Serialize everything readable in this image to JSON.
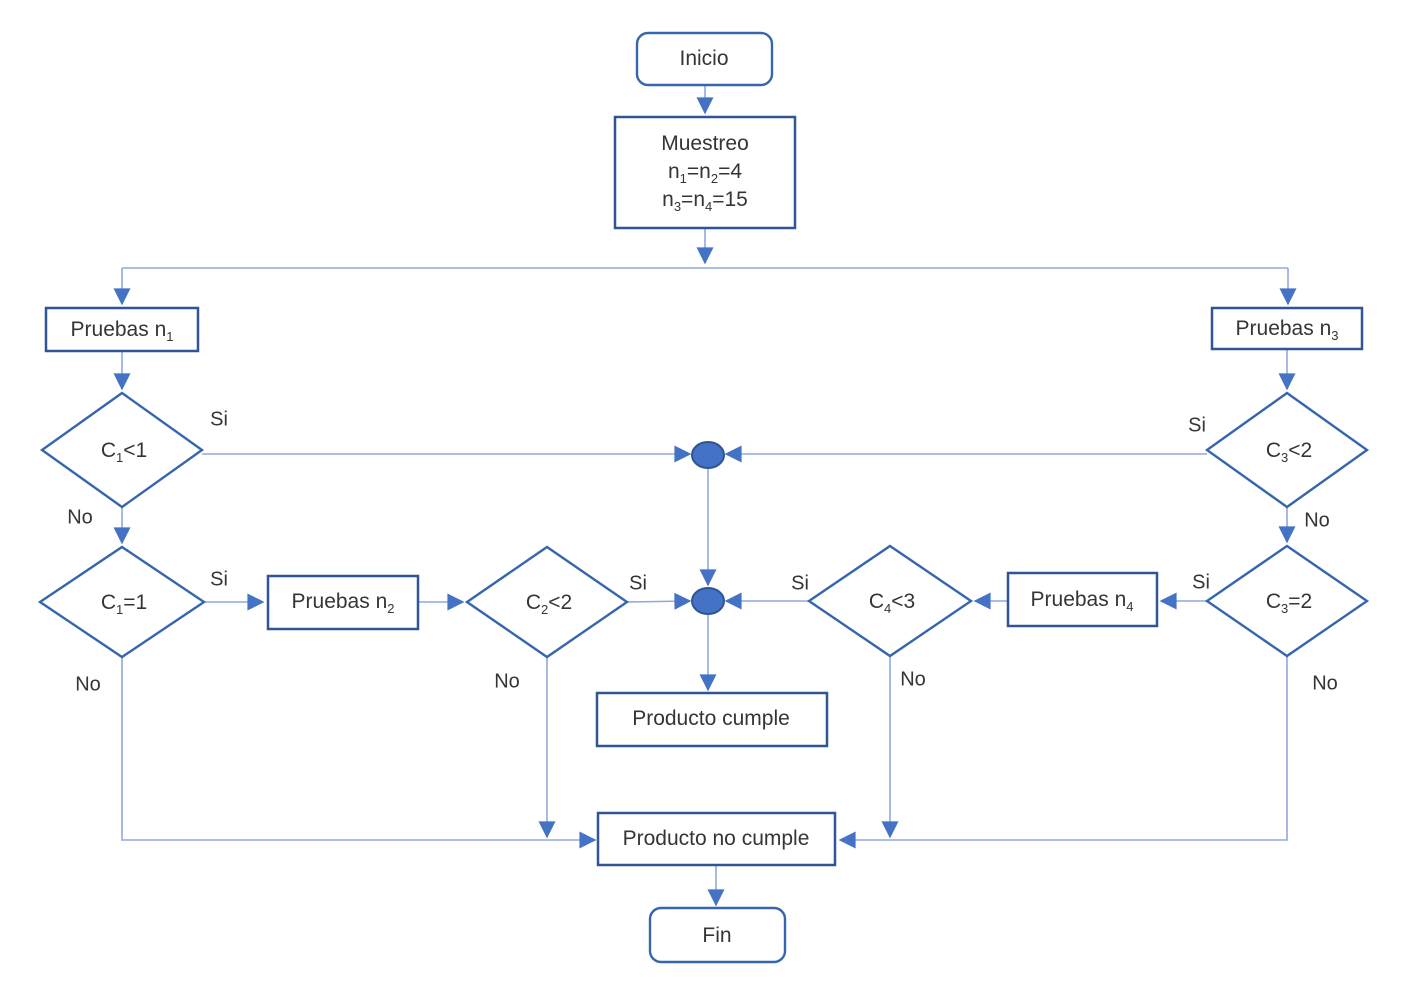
{
  "diagram": {
    "type": "flowchart",
    "language": "es"
  },
  "nodes": {
    "inicio": {
      "label": "Inicio"
    },
    "muestreo": {
      "line1": "Muestreo",
      "l2p1": "n",
      "l2s1": "1",
      "l2p2": "=n",
      "l2s2": "2",
      "l2p3": "=4",
      "l3p1": "n",
      "l3s1": "3",
      "l3p2": "=n",
      "l3s2": "4",
      "l3p3": "=15"
    },
    "pruebas_n1": {
      "pre": "Pruebas n",
      "sub": "1"
    },
    "pruebas_n2": {
      "pre": "Pruebas n",
      "sub": "2"
    },
    "pruebas_n3": {
      "pre": "Pruebas n",
      "sub": "3"
    },
    "pruebas_n4": {
      "pre": "Pruebas n",
      "sub": "4"
    },
    "c1_lt1": {
      "pre": "C",
      "sub": "1",
      "post": "<1"
    },
    "c1_eq1": {
      "pre": "C",
      "sub": "1",
      "post": "=1"
    },
    "c2_lt2": {
      "pre": "C",
      "sub": "2",
      "post": "<2"
    },
    "c4_lt3": {
      "pre": "C",
      "sub": "4",
      "post": "<3"
    },
    "c3_lt2": {
      "pre": "C",
      "sub": "3",
      "post": "<2"
    },
    "c3_eq2": {
      "pre": "C",
      "sub": "3",
      "post": "=2"
    },
    "producto_cumple": {
      "label": "Producto cumple"
    },
    "producto_no_cumple": {
      "label": "Producto no cumple"
    },
    "fin": {
      "label": "Fin"
    }
  },
  "edge_labels": {
    "c1_lt1_yes": "Si",
    "c1_lt1_no": "No",
    "c1_eq1_yes": "Si",
    "c1_eq1_no": "No",
    "c2_lt2_yes": "Si",
    "c2_lt2_no": "No",
    "c4_lt3_yes": "Si",
    "c4_lt3_no": "No",
    "c3_lt2_yes": "Si",
    "c3_lt2_no": "No",
    "c3_eq2_yes": "Si",
    "c3_eq2_no": "No"
  },
  "colors": {
    "connector_line": "#8faadc",
    "arrowhead": "#4472c4",
    "process_border": "#2f5597",
    "decision_border": "#3566ae",
    "terminator_border": "#3566ae",
    "junction_fill": "#4472c4",
    "junction_border": "#2f5597",
    "text": "#353535",
    "background": "#ffffff"
  }
}
